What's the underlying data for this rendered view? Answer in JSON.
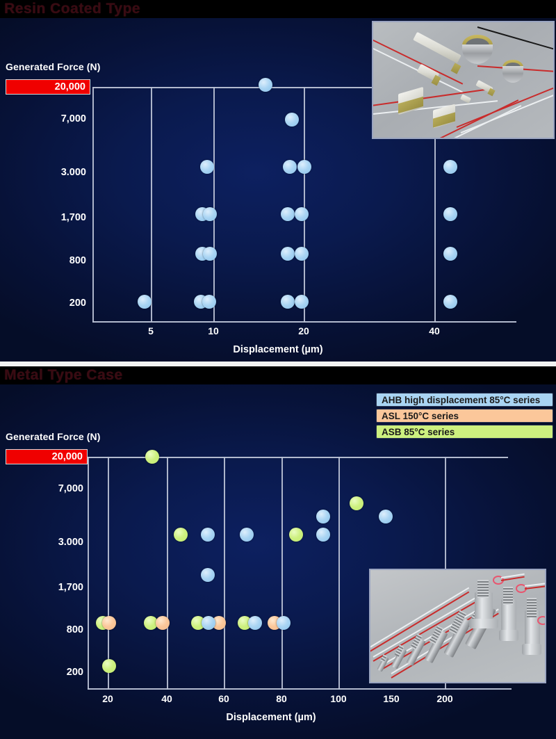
{
  "panels": [
    {
      "id": "resin",
      "title": "Resin Coated Type",
      "axis": {
        "y_title": "Generated Force (N)",
        "x_title": "Displacement (µm)",
        "y_ticks": [
          "20,000",
          "7,000",
          "3.000",
          "1,700",
          "800",
          "200"
        ],
        "x_ticks": [
          "5",
          "10",
          "20",
          "40"
        ]
      }
    },
    {
      "id": "metal",
      "title": "Metal Type Case",
      "axis": {
        "y_title": "Generated Force (N)",
        "x_title": "Displacement (µm)",
        "y_ticks": [
          "20,000",
          "7,000",
          "3.000",
          "1,700",
          "800",
          "200"
        ],
        "x_ticks": [
          "20",
          "40",
          "60",
          "80",
          "100",
          "150",
          "200"
        ]
      }
    }
  ],
  "legend": {
    "items": [
      {
        "label": "AHB high displacement 85°C series",
        "color": "#a9d4f3",
        "series": "AHB"
      },
      {
        "label": "ASL 150°C series",
        "color": "#fbc79a",
        "series": "ASL"
      },
      {
        "label": "ASB 85°C series",
        "color": "#cdf07f",
        "series": "ASB"
      }
    ]
  },
  "colors": {
    "ahb": "#a9d4f3",
    "asl": "#fbc79a",
    "asb": "#cdf07f",
    "highlight": "#f00000",
    "grid": "#e8ecf6",
    "background_dark": "#050d28",
    "background_mid": "#0d2060",
    "title_band": "#000000",
    "divider": "#f3f3f3"
  },
  "chart_data": [
    {
      "type": "scatter",
      "title": "Resin Coated Type",
      "xlabel": "Displacement (µm)",
      "ylabel": "Generated Force (N)",
      "x_ticks": [
        5,
        10,
        20,
        40
      ],
      "y_ticks": [
        200,
        800,
        1700,
        3000,
        7000,
        20000
      ],
      "y_scale": "categorical-log",
      "grid": "vertical+top",
      "legend": "none",
      "series": [
        {
          "name": "AHB high displacement 85°C series",
          "color": "#a9d4f3",
          "points": [
            {
              "x": 15,
              "y": 20000
            },
            {
              "x": 18,
              "y": 7000
            },
            {
              "x": 9.5,
              "y": 3000
            },
            {
              "x": 18,
              "y": 3000
            },
            {
              "x": 20,
              "y": 3000
            },
            {
              "x": 43,
              "y": 3000
            },
            {
              "x": 9.2,
              "y": 1700
            },
            {
              "x": 10.1,
              "y": 1700
            },
            {
              "x": 18,
              "y": 1700
            },
            {
              "x": 20,
              "y": 1700
            },
            {
              "x": 43,
              "y": 1700
            },
            {
              "x": 9.2,
              "y": 800
            },
            {
              "x": 10.1,
              "y": 800
            },
            {
              "x": 18,
              "y": 800
            },
            {
              "x": 20,
              "y": 800
            },
            {
              "x": 43,
              "y": 800
            },
            {
              "x": 5,
              "y": 200
            },
            {
              "x": 9.2,
              "y": 200
            },
            {
              "x": 10.1,
              "y": 200
            },
            {
              "x": 18,
              "y": 200
            },
            {
              "x": 20,
              "y": 200
            },
            {
              "x": 43,
              "y": 200
            }
          ]
        }
      ]
    },
    {
      "type": "scatter",
      "title": "Metal Type Case",
      "xlabel": "Displacement (µm)",
      "ylabel": "Generated Force (N)",
      "x_ticks": [
        20,
        40,
        60,
        80,
        100,
        150,
        200
      ],
      "y_ticks": [
        200,
        800,
        1700,
        3000,
        7000,
        20000
      ],
      "y_scale": "categorical-log",
      "grid": "vertical+top",
      "legend": "top-right",
      "series": [
        {
          "name": "AHB high displacement 85°C series",
          "color": "#a9d4f3",
          "points": [
            {
              "x": 95,
              "y": 5000
            },
            {
              "x": 150,
              "y": 5000
            },
            {
              "x": 55,
              "y": 3000
            },
            {
              "x": 70,
              "y": 3000
            },
            {
              "x": 95,
              "y": 3000
            },
            {
              "x": 55,
              "y": 1700
            },
            {
              "x": 55,
              "y": 800
            },
            {
              "x": 70,
              "y": 800
            },
            {
              "x": 80,
              "y": 800
            }
          ]
        },
        {
          "name": "ASL 150°C series",
          "color": "#fbc79a",
          "points": [
            {
              "x": 20,
              "y": 800
            },
            {
              "x": 40,
              "y": 800
            },
            {
              "x": 57,
              "y": 800
            },
            {
              "x": 77,
              "y": 800
            }
          ]
        },
        {
          "name": "ASB 85°C series",
          "color": "#cdf07f",
          "points": [
            {
              "x": 35,
              "y": 20000
            },
            {
              "x": 120,
              "y": 7000
            },
            {
              "x": 50,
              "y": 3000
            },
            {
              "x": 85,
              "y": 3000
            },
            {
              "x": 20,
              "y": 800
            },
            {
              "x": 38,
              "y": 800
            },
            {
              "x": 52,
              "y": 800
            },
            {
              "x": 68,
              "y": 800
            },
            {
              "x": 20,
              "y": 200
            }
          ]
        }
      ]
    }
  ],
  "insets": [
    {
      "id": "resin-photo",
      "alt": "piezo chip and ring actuators photo"
    },
    {
      "id": "metal-photo",
      "alt": "metal cased screw actuators photo"
    }
  ]
}
